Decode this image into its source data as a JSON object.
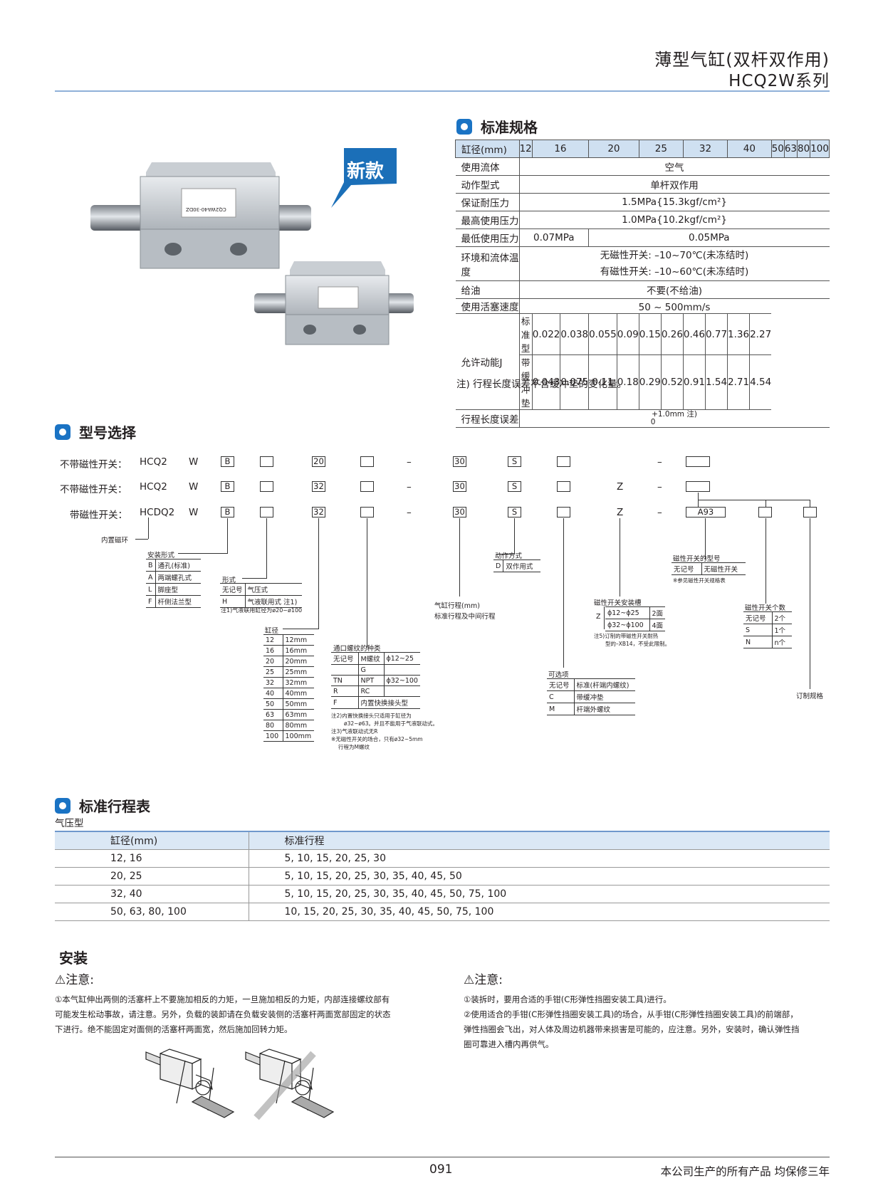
{
  "header": {
    "title": "薄型气缸(双杆双作用)",
    "series": "HCQ2W系列"
  },
  "badge_new": "新款",
  "product_label": "CQ2WA40-30DZ",
  "spec": {
    "title": "标准规格",
    "bore_label": "缸径(mm)",
    "bores": [
      "12",
      "16",
      "20",
      "25",
      "32",
      "40",
      "50",
      "63",
      "80",
      "100"
    ],
    "rows": [
      {
        "label": "使用流体",
        "value": "空气"
      },
      {
        "label": "动作型式",
        "value": "单杆双作用"
      },
      {
        "label": "保证耐压力",
        "value": "1.5MPa{15.3kgf/cm²}"
      },
      {
        "label": "最高使用压力",
        "value": "1.0MPa{10.2kgf/cm²}"
      }
    ],
    "min_pressure": {
      "label": "最低使用压力",
      "v1": "0.07MPa",
      "v2": "0.05MPa"
    },
    "temp": {
      "label": "环境和流体温度",
      "line1": "无磁性开关: –10~70℃(未冻结时)",
      "line2": "有磁性开关: –10~60℃(未冻结时)"
    },
    "oil": {
      "label": "给油",
      "value": "不要(不给油)"
    },
    "speed": {
      "label": "使用活塞速度",
      "value": "50 ~ 500mm/s"
    },
    "energy": {
      "label": "允许动能J",
      "std_label": "标准型",
      "std": [
        "0.022",
        "0.038",
        "0.055",
        "0.09",
        "0.15",
        "0.26",
        "0.46",
        "0.77",
        "1.36",
        "2.27"
      ],
      "cush_label": "带缓冲垫",
      "cush": [
        "0.043",
        "0.075",
        "0.11",
        "0.18",
        "0.29",
        "0.52",
        "0.91",
        "1.54",
        "2.71",
        "4.54"
      ]
    },
    "tol": {
      "label": "行程长度误差",
      "value": "+1.0mm",
      "value_low": "0",
      "note_mark": "注)"
    },
    "note": "注) 行程长度误差不含缓冲垫的变化量。"
  },
  "model": {
    "title": "型号选择",
    "rows": [
      {
        "label": "不带磁性开关：",
        "series": "HCQ2",
        "w": "W",
        "b": "B",
        "bore": "20",
        "stroke": "30",
        "s": "S",
        "z": "",
        "dash": "–"
      },
      {
        "label": "不带磁性开关：",
        "series": "HCQ2",
        "w": "W",
        "b": "B",
        "bore": "32",
        "stroke": "30",
        "s": "S",
        "z": "Z",
        "dash": "–"
      },
      {
        "label": "带磁性开关：",
        "series": "HCDQ2",
        "w": "W",
        "b": "B",
        "bore": "32",
        "stroke": "30",
        "s": "S",
        "z": "Z",
        "dash": "–",
        "sw": "A93"
      }
    ],
    "magnet": "内置磁环",
    "mount": {
      "title": "安装形式",
      "items": [
        [
          "B",
          "通孔(标准)"
        ],
        [
          "A",
          "两端螺孔式"
        ],
        [
          "L",
          "脚座型"
        ],
        [
          "F",
          "杆侧法兰型"
        ]
      ]
    },
    "form": {
      "title": "形式",
      "items": [
        [
          "无记号",
          "气压式"
        ],
        [
          "H",
          "气液联用式 注1)"
        ]
      ],
      "note": "注1)气液联用缸径为ø20~ø100"
    },
    "bore": {
      "title": "缸径",
      "items": [
        [
          "12",
          "12mm"
        ],
        [
          "16",
          "16mm"
        ],
        [
          "20",
          "20mm"
        ],
        [
          "25",
          "25mm"
        ],
        [
          "32",
          "32mm"
        ],
        [
          "40",
          "40mm"
        ],
        [
          "50",
          "50mm"
        ],
        [
          "63",
          "63mm"
        ],
        [
          "80",
          "80mm"
        ],
        [
          "100",
          "100mm"
        ]
      ]
    },
    "port": {
      "title": "通口螺纹的种类",
      "items": [
        [
          "无记号",
          "M螺纹",
          "ϕ12~25"
        ],
        [
          "",
          "G",
          ""
        ],
        [
          "TN",
          "NPT",
          "ϕ32~100"
        ],
        [
          "R",
          "RC",
          ""
        ],
        [
          "F",
          "内置快换接头型",
          ""
        ]
      ],
      "note1": "注2)内置快换接头只适用于缸径为",
      "note2": "ø32~ø63。并且不能用于气液联动式。",
      "note3": "注3)气液联动式无R",
      "note4": "※无磁性开关的场合，只有ø32~5mm",
      "note5": "行程为M螺纹"
    },
    "stroke": {
      "l1": "气缸行程(mm)",
      "l2": "标准行程及中间行程"
    },
    "action": {
      "title": "动作方式",
      "items": [
        [
          "D",
          "双作用式"
        ]
      ]
    },
    "option": {
      "title": "可选项",
      "items": [
        [
          "无记号",
          "标准(杆端内螺纹)"
        ],
        [
          "C",
          "带缓冲垫"
        ],
        [
          "M",
          "杆端外螺纹"
        ]
      ]
    },
    "groove": {
      "title": "磁性开关安装槽",
      "z": "Z",
      "items": [
        [
          "ϕ12~ϕ25",
          "2面"
        ],
        [
          "ϕ32~ϕ100",
          "4面"
        ]
      ],
      "note1": "注5)订制的带磁性开关耐热",
      "note2": "型的–XB14，不受此限制。"
    },
    "swtype": {
      "title": "磁性开关的型号",
      "items": [
        [
          "无记号",
          "无磁性开关"
        ]
      ],
      "note": "※参见磁性开关规格表"
    },
    "swcount": {
      "title": "磁性开关个数",
      "items": [
        [
          "无记号",
          "2个"
        ],
        [
          "S",
          "1个"
        ],
        [
          "N",
          "n个"
        ]
      ]
    },
    "custom": "订制规格"
  },
  "stroke_table": {
    "title": "标准行程表",
    "sub": "气压型",
    "headers": [
      "缸径(mm)",
      "标准行程"
    ],
    "rows": [
      [
        "12, 16",
        "5, 10, 15, 20, 25, 30"
      ],
      [
        "20, 25",
        "5, 10, 15, 20, 25, 30, 35, 40, 45, 50"
      ],
      [
        "32, 40",
        "5, 10, 15, 20, 25, 30, 35, 40, 45, 50, 75, 100"
      ],
      [
        "50, 63, 80, 100",
        "10, 15, 20, 25, 30, 35, 40, 45, 50, 75, 100"
      ]
    ]
  },
  "install": {
    "title": "安装",
    "warn": "注意:",
    "left": [
      "①本气缸伸出两侧的活塞杆上不要施加相反的力矩，一旦施加相反的力矩，内部连接螺纹部有",
      "可能发生松动事故，请注意。另外，负载的装卸请在负载安装侧的活塞杆两面宽部固定的状态",
      "下进行。绝不能固定对面侧的活塞杆两面宽，然后施加回转力矩。"
    ],
    "right": [
      "①装拆时，要用合适的手钳(C形弹性挡圈安装工具)进行。",
      "②使用适合的手钳(C形弹性挡圈安装工具)的场合，从手钳(C形弹性挡圈安装工具)的前端部，",
      "弹性挡圈会飞出，对人体及周边机器带来损害是可能的，应注意。另外，安装时，确认弹性挡",
      "圈可靠进入槽内再供气。"
    ]
  },
  "footer": {
    "page": "091",
    "slogan": "本公司生产的所有产品  均保修三年"
  },
  "colors": {
    "accent": "#1a73c4",
    "rule": "#8fb0d8",
    "table_head": "#cfe0f1"
  }
}
